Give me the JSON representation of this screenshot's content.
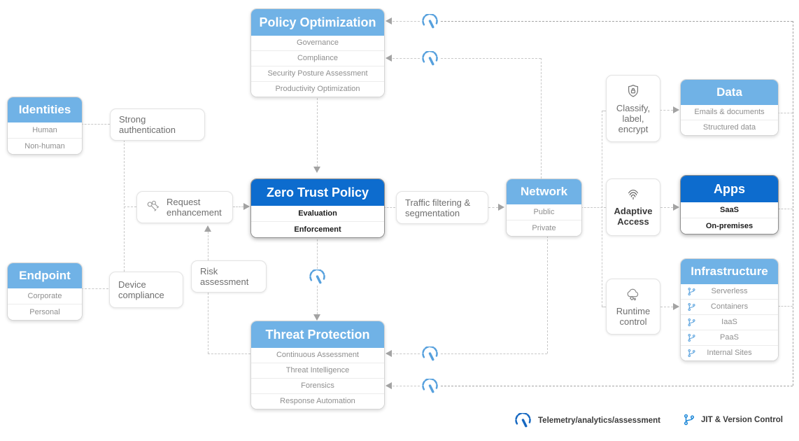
{
  "boxes": {
    "identities": {
      "title": "Identities",
      "rows": [
        "Human",
        "Non-human"
      ]
    },
    "endpoint": {
      "title": "Endpoint",
      "rows": [
        "Corporate",
        "Personal"
      ]
    },
    "policy_optimization": {
      "title": "Policy Optimization",
      "rows": [
        "Governance",
        "Compliance",
        "Security Posture Assessment",
        "Productivity Optimization"
      ]
    },
    "zero_trust_policy": {
      "title": "Zero Trust Policy",
      "rows": [
        "Evaluation",
        "Enforcement"
      ]
    },
    "threat_protection": {
      "title": "Threat Protection",
      "rows": [
        "Continuous Assessment",
        "Threat Intelligence",
        "Forensics",
        "Response Automation"
      ]
    },
    "network": {
      "title": "Network",
      "rows": [
        "Public",
        "Private"
      ]
    },
    "data": {
      "title": "Data",
      "rows": [
        "Emails & documents",
        "Structured data"
      ]
    },
    "apps": {
      "title": "Apps",
      "rows": [
        "SaaS",
        "On-premises"
      ]
    },
    "infrastructure": {
      "title": "Infrastructure",
      "rows": [
        "Serverless",
        "Containers",
        "IaaS",
        "PaaS",
        "Internal Sites"
      ]
    }
  },
  "labels": {
    "strong_authentication": "Strong authentication",
    "request_enhancement": "Request enhancement",
    "device_compliance": "Device compliance",
    "risk_assessment": "Risk assessment",
    "traffic_filtering": "Traffic filtering & segmentation",
    "classify_label_encrypt": "Classify, label, encrypt",
    "adaptive_access": "Adaptive Access",
    "runtime_control": "Runtime control"
  },
  "legend": {
    "telemetry_label": "Telemetry/analytics/assessment",
    "jit_label": "JIT & Version Control"
  },
  "icons": {
    "telemetry": "gauge-icon",
    "jit": "branch-icon",
    "classify": "shield-lock-icon",
    "adaptive_access": "fingerprint-icon",
    "request_enhancement": "keys-icon",
    "runtime_control": "cloud-gear-icon"
  },
  "colors": {
    "header_light": "#70b2e6",
    "header_dark": "#0d6cce",
    "icon_blue": "#56a0dd",
    "legend_gauge_blue": "#1668c1",
    "legend_branch_blue": "#1e88d8",
    "line_gray": "#c8c8c8"
  }
}
